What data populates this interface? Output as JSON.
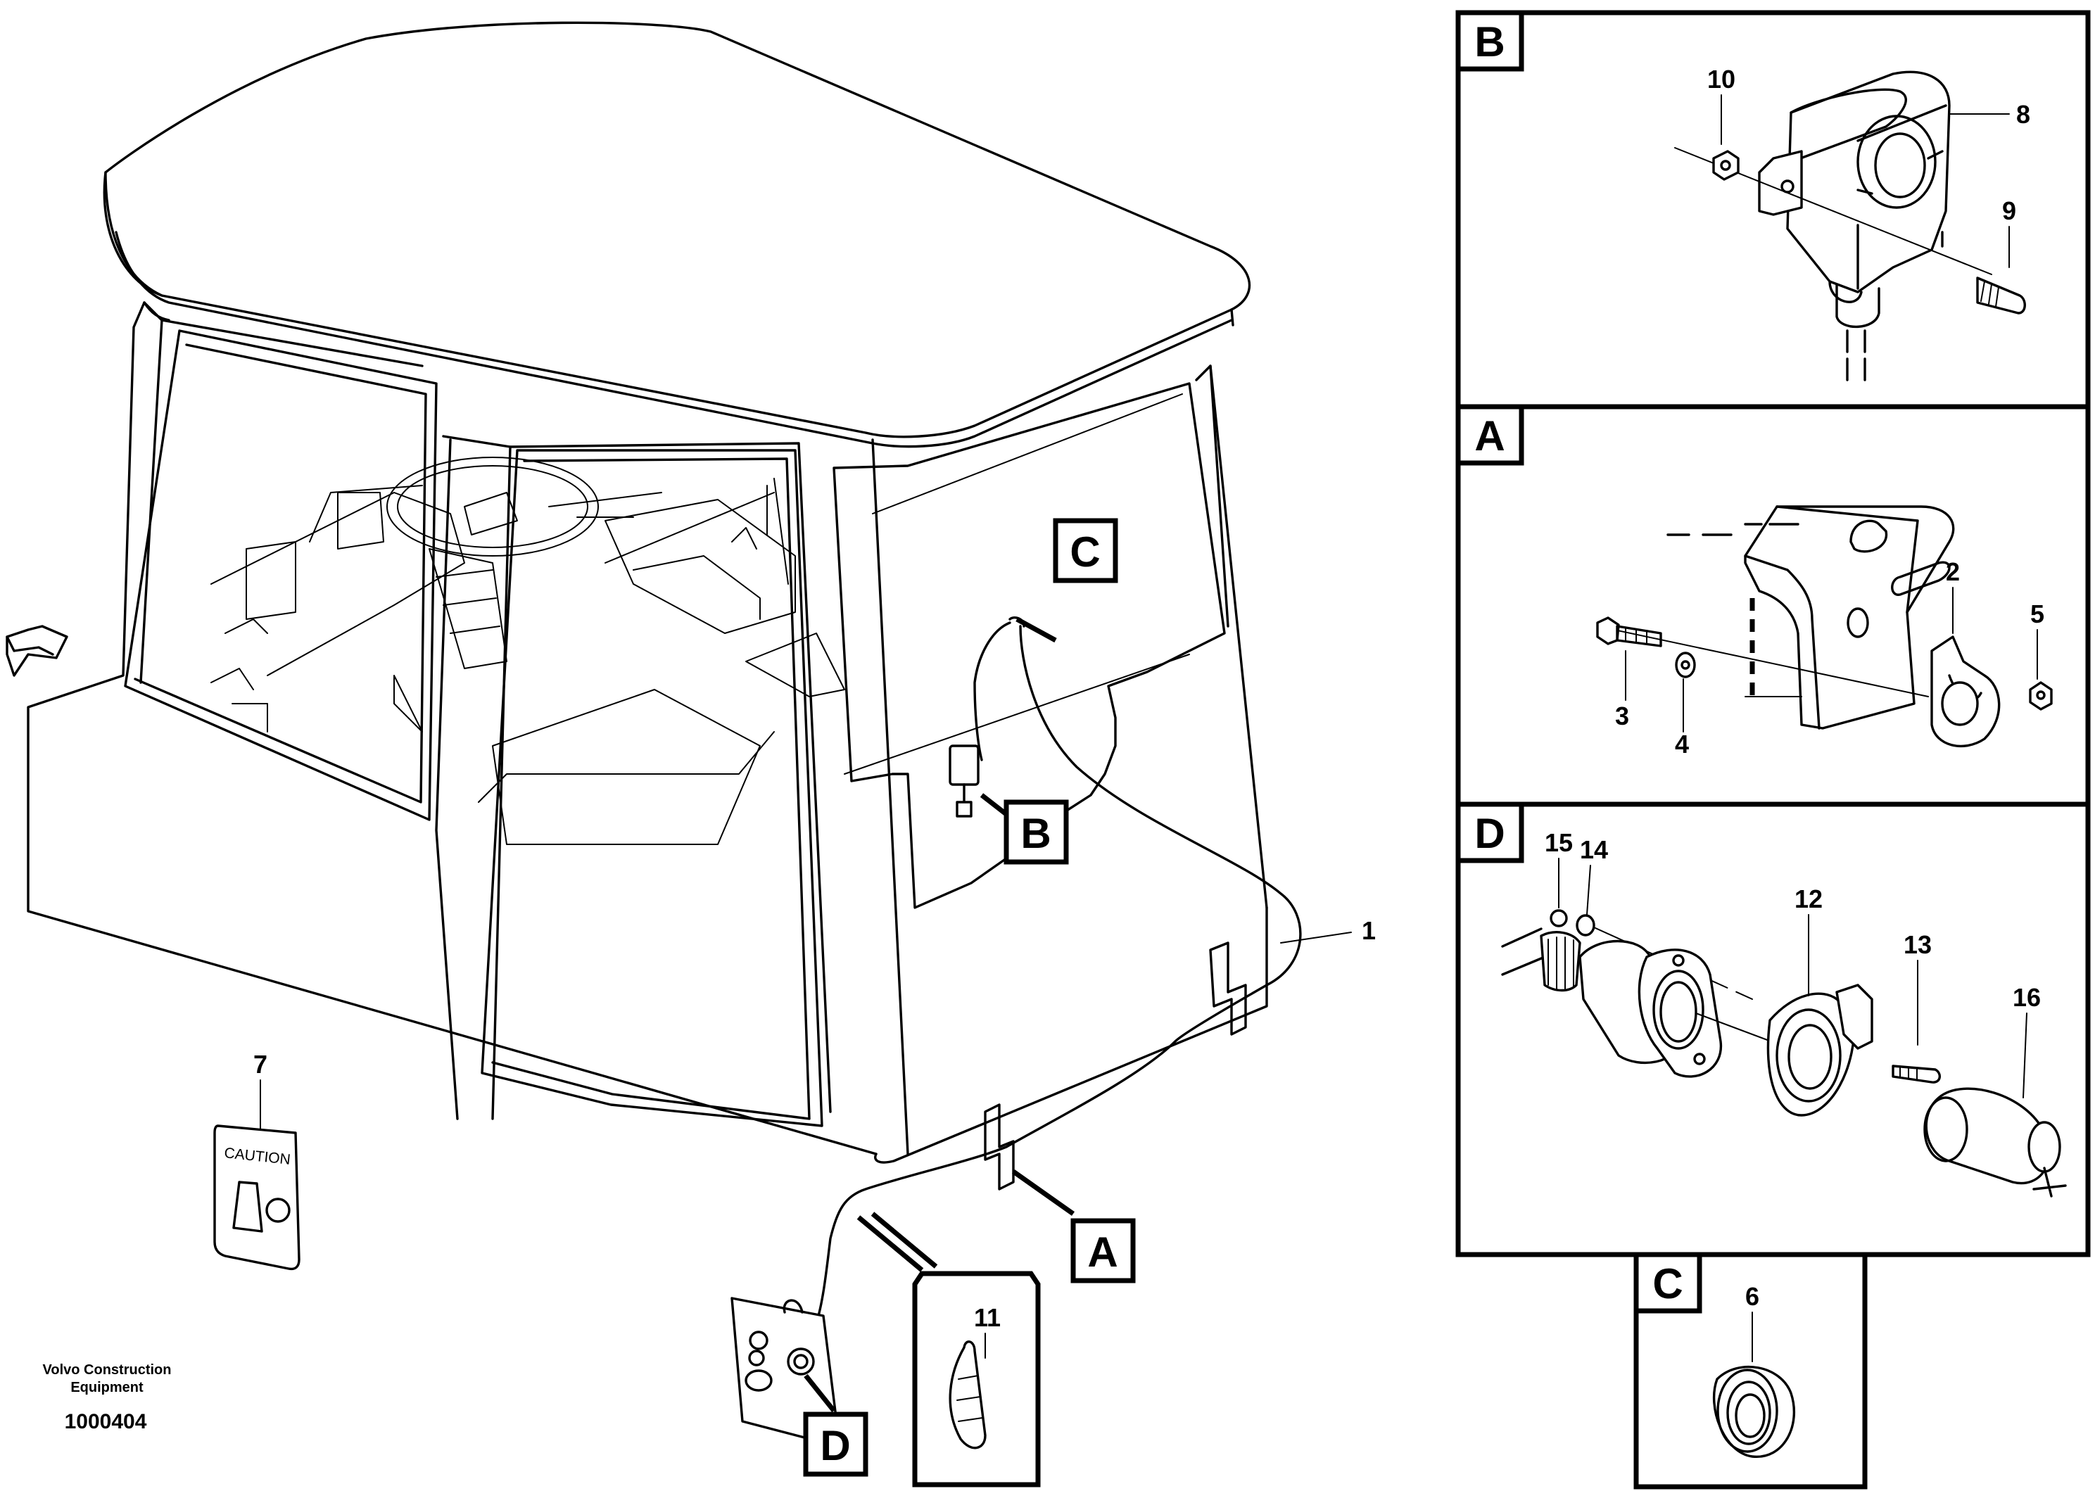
{
  "panels": {
    "b": {
      "letter": "B"
    },
    "a": {
      "letter": "A"
    },
    "d": {
      "letter": "D"
    },
    "c": {
      "letter": "C"
    }
  },
  "callouts": {
    "c": "C",
    "b": "B",
    "a": "A",
    "d": "D"
  },
  "parts": {
    "p1": "1",
    "p2": "2",
    "p3": "3",
    "p4": "4",
    "p5": "5",
    "p6": "6",
    "p7": "7",
    "p8": "8",
    "p9": "9",
    "p10": "10",
    "p11": "11",
    "p12": "12",
    "p13": "13",
    "p14": "14",
    "p15": "15",
    "p16": "16"
  },
  "caution_label": "CAUTION",
  "footer": {
    "company_line1": "Volvo Construction",
    "company_line2": "Equipment",
    "reference": "1000404"
  }
}
